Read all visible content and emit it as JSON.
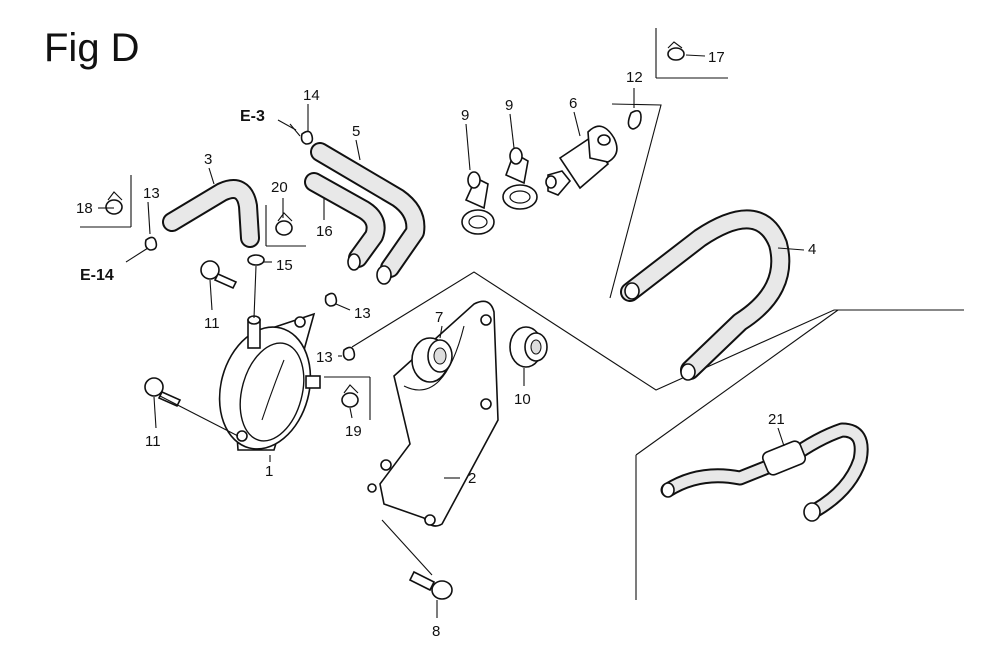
{
  "figure": {
    "title": "Fig D"
  },
  "refs": {
    "e3": "E-3",
    "e14": "E-14"
  },
  "callouts": {
    "n1": "1",
    "n2": "2",
    "n3": "3",
    "n4": "4",
    "n5": "5",
    "n6": "6",
    "n7": "7",
    "n8": "8",
    "n9a": "9",
    "n9b": "9",
    "n10": "10",
    "n11a": "11",
    "n11b": "11",
    "n12": "12",
    "n13a": "13",
    "n13b": "13",
    "n13c": "13",
    "n14": "14",
    "n15": "15",
    "n16": "16",
    "n17": "17",
    "n18": "18",
    "n19": "19",
    "n20": "20",
    "n21": "21"
  }
}
